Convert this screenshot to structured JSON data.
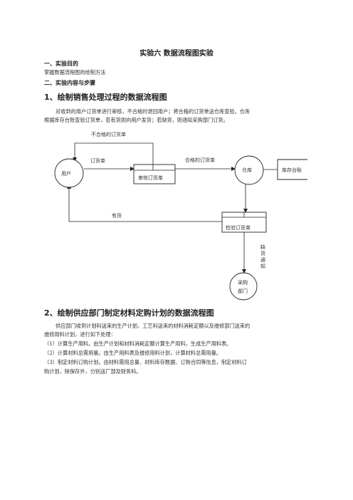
{
  "title": "实验六   数据流程图实验",
  "section1": {
    "heading": "一、实验目的",
    "text": "掌握数据流程图的绘制方法"
  },
  "section2": {
    "heading": "二、实验内容与步骤"
  },
  "part1": {
    "heading": "1、绘制销售处理过程的数据流程图",
    "desc_line1": "对收到的用户订货单进行审核，不合格时退回用户；将合格的订货单送仓库查验。仓库",
    "desc_line2": "根据库存台账查验订货单，若有货则向用户发货；若缺货，则通知采购部门订货。"
  },
  "diagram": {
    "user": "用户",
    "review": "审核订货单",
    "warehouse": "仓库",
    "ledger": "库存台账",
    "check": "检验订货单",
    "purchase_line1": "采购",
    "purchase_line2": "部门",
    "flow_rejected": "不合格的订货单",
    "flow_order": "订货单",
    "flow_qualified": "合格的订货单",
    "flow_instock": "有货",
    "flow_shortage": [
      "缺",
      "货",
      "通",
      "知"
    ]
  },
  "part2": {
    "heading": "2、绘制供应部门制定材料定购计划的数据流程图",
    "desc_line1": "供应部门收到计划科送来的生产计划，工艺科送来的材料消耗定额以及维修部门送来的",
    "desc_line2": "维修用料计划，进行如下处理：",
    "steps": [
      "（1）计算生产用料。由生产计划和材料消耗定额计算生产用料，生成生产用料表。",
      "（2）计算材料总需用量。由生产用料表及维修用料计划，计算材料总需用量。",
      "（3）制定材料订购计划。由材料需用总量、材料库存数据、订购合同等信息，制定材料订"
    ],
    "step3_cont": "购计划，除保存外，分别送厂部及财务科。"
  }
}
